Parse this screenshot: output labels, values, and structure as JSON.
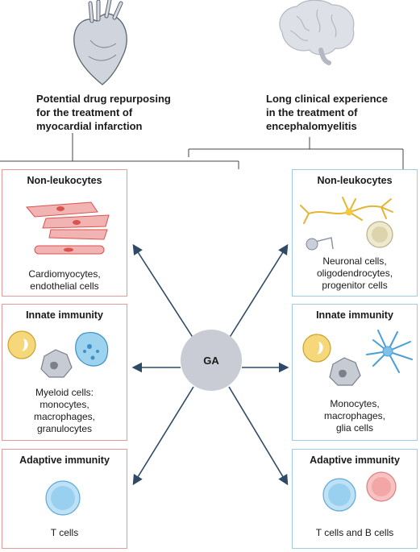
{
  "top": {
    "heart_text": "Potential drug repurposing\nfor the treatment of\nmyocardial infarction",
    "brain_text": "Long clinical experience\nin the treatment of\nencephalomyelitis"
  },
  "center": {
    "label": "GA"
  },
  "left_panels": [
    {
      "title": "Non-leukocytes",
      "text": "Cardiomyocytes,\nendothelial cells"
    },
    {
      "title": "Innate immunity",
      "text": "Myeloid cells:\nmonocytes,\nmacrophages,\ngranulocytes"
    },
    {
      "title": "Adaptive immunity",
      "text": "T cells"
    }
  ],
  "right_panels": [
    {
      "title": "Non-leukocytes",
      "text": "Neuronal cells,\noligodendrocytes,\nprogenitor cells"
    },
    {
      "title": "Innate immunity",
      "text": "Monocytes,\nmacrophages,\nglia cells"
    },
    {
      "title": "Adaptive immunity",
      "text": "T cells and B cells"
    }
  ],
  "colors": {
    "left_border": "#e79a9a",
    "right_border": "#9fcbe4",
    "arrow": "#2f4a66",
    "ga_fill": "#c9ccd4"
  },
  "icons": [
    "heart-icon",
    "brain-icon"
  ]
}
